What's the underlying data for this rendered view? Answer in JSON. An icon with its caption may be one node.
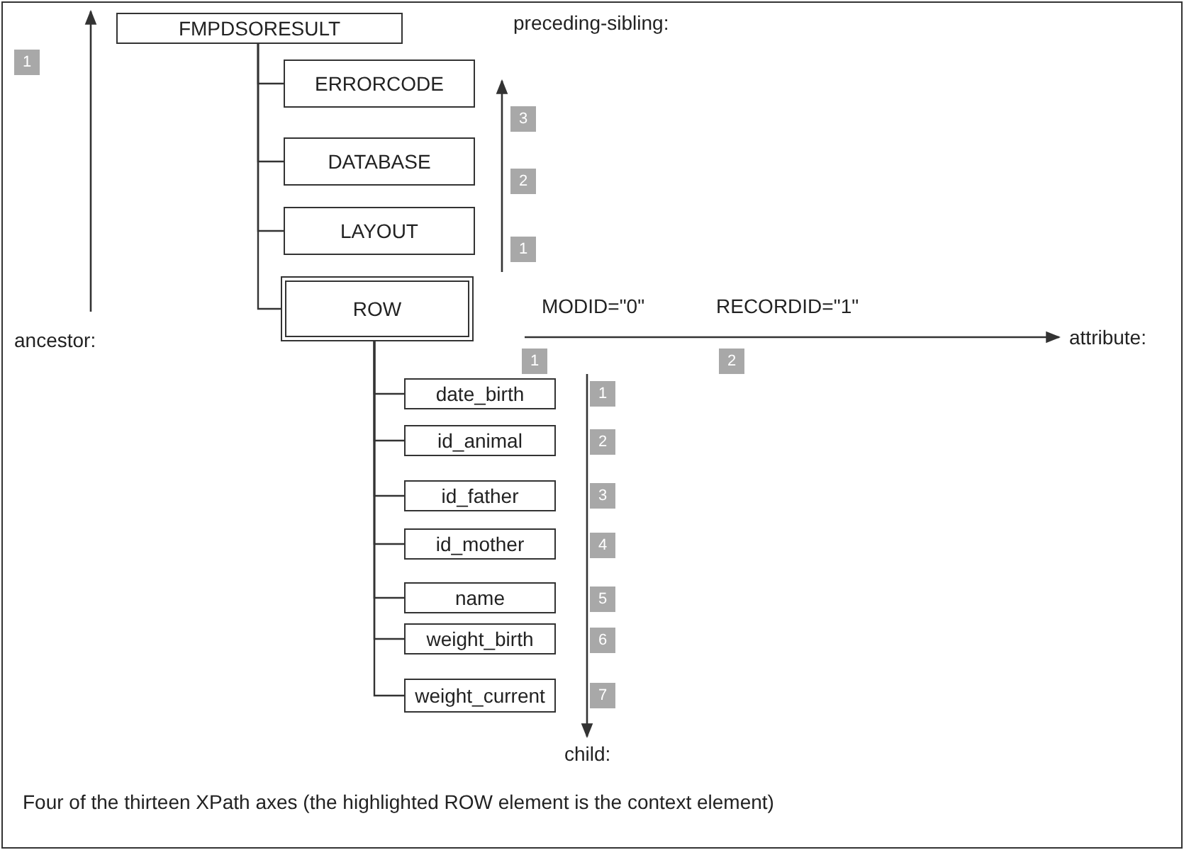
{
  "diagram": {
    "caption": "Four of the thirteen XPath axes (the highlighted ROW element is the context element)",
    "nodes": [
      {
        "text": [
          "FMPDSORESULT"
        ]
      },
      {
        "text": [
          "ERRORCODE"
        ]
      },
      {
        "text": [
          "DATABASE"
        ]
      },
      {
        "text": [
          "LAYOUT"
        ]
      },
      {
        "text": [
          "ROW"
        ]
      },
      {
        "text": [
          "date_birth"
        ]
      },
      {
        "text": [
          "id_animal"
        ]
      },
      {
        "text": [
          "id_father"
        ]
      },
      {
        "text": [
          "id_mother"
        ]
      },
      {
        "text": [
          "name"
        ]
      },
      {
        "text": [
          "weight_birth"
        ]
      },
      {
        "text": [
          "weight_current"
        ]
      }
    ],
    "edges": [
      {
        "from": 0,
        "to": 1,
        "arrow": "none"
      },
      {
        "from": 0,
        "to": 2,
        "arrow": "none"
      },
      {
        "from": 0,
        "to": 3,
        "arrow": "none"
      },
      {
        "from": 0,
        "to": 4,
        "arrow": "none"
      },
      {
        "from": 4,
        "to": 5,
        "arrow": "none"
      },
      {
        "from": 4,
        "to": 6,
        "arrow": "none"
      },
      {
        "from": 4,
        "to": 7,
        "arrow": "none"
      },
      {
        "from": 4,
        "to": 8,
        "arrow": "none"
      },
      {
        "from": 4,
        "to": 9,
        "arrow": "none"
      },
      {
        "from": 4,
        "to": 10,
        "arrow": "none"
      },
      {
        "from": 4,
        "to": 11,
        "arrow": "none"
      }
    ],
    "labels": [
      "1",
      "preceding-sibling:",
      "3",
      "2",
      "1",
      "MODID=\"0\"",
      "RECORDID=\"1\"",
      "attribute:",
      "ancestor:",
      "1",
      "2",
      "1",
      "2",
      "3",
      "4",
      "5",
      "6",
      "7",
      "child:"
    ]
  }
}
